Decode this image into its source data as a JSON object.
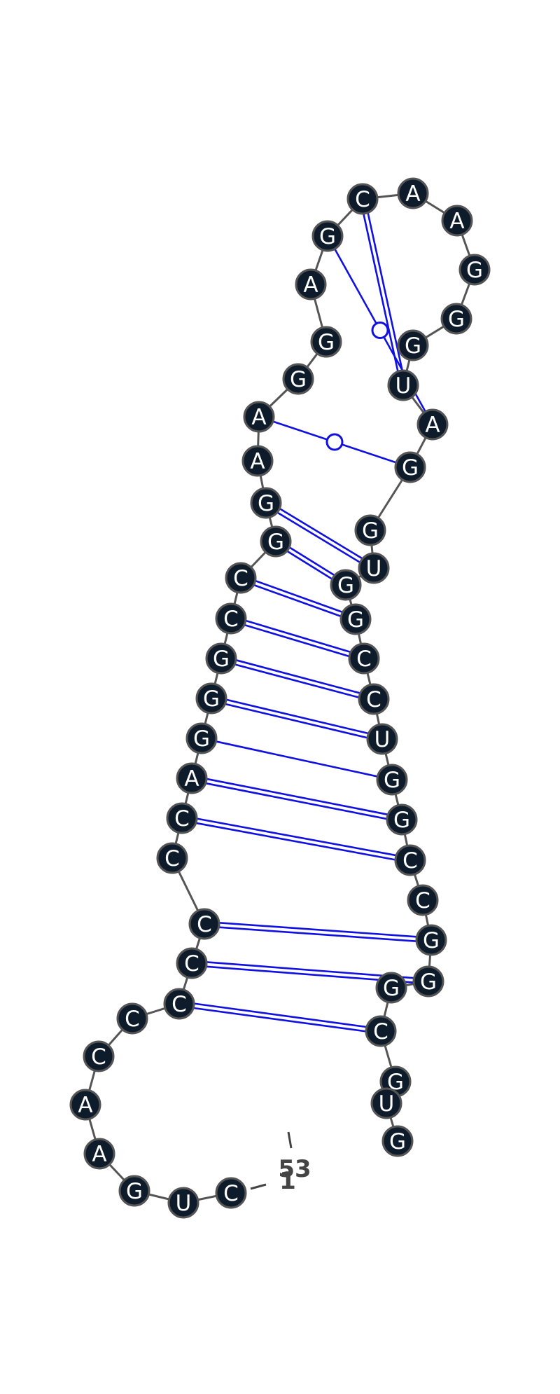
{
  "structure": {
    "sequence": [
      "C",
      "U",
      "G",
      "A",
      "A",
      "C",
      "C",
      "C",
      "C",
      "C",
      "C",
      "C",
      "A",
      "G",
      "G",
      "G",
      "C",
      "C",
      "G",
      "G",
      "A",
      "A",
      "G",
      "G",
      "A",
      "G",
      "C",
      "A",
      "A",
      "G",
      "G",
      "G",
      "U",
      "A",
      "G",
      "G",
      "U",
      "G",
      "G",
      "C",
      "C",
      "U",
      "G",
      "G",
      "C",
      "C",
      "G",
      "G",
      "G",
      "C",
      "G",
      "U",
      "G"
    ],
    "pairs": [
      {
        "i": 8,
        "j": 50,
        "type": "canonical"
      },
      {
        "i": 9,
        "j": 48,
        "type": "canonical"
      },
      {
        "i": 10,
        "j": 47,
        "type": "canonical"
      },
      {
        "i": 12,
        "j": 45,
        "type": "canonical"
      },
      {
        "i": 13,
        "j": 44,
        "type": "canonical"
      },
      {
        "i": 14,
        "j": 43,
        "type": "single"
      },
      {
        "i": 15,
        "j": 42,
        "type": "canonical"
      },
      {
        "i": 16,
        "j": 41,
        "type": "canonical"
      },
      {
        "i": 17,
        "j": 40,
        "type": "canonical"
      },
      {
        "i": 18,
        "j": 39,
        "type": "canonical"
      },
      {
        "i": 19,
        "j": 38,
        "type": "canonical"
      },
      {
        "i": 20,
        "j": 37,
        "type": "canonical"
      },
      {
        "i": 22,
        "j": 35,
        "type": "wobble"
      },
      {
        "i": 26,
        "j": 34,
        "type": "wobble"
      },
      {
        "i": 27,
        "j": 33,
        "type": "canonical"
      }
    ],
    "start_label": "1",
    "end_label": "53"
  },
  "colors": {
    "node_fill": "#0d1b2a",
    "node_stroke": "#555555",
    "letter": "#ffffff",
    "backbone": "#555555",
    "pair": "#1010e0",
    "label": "#444444"
  }
}
